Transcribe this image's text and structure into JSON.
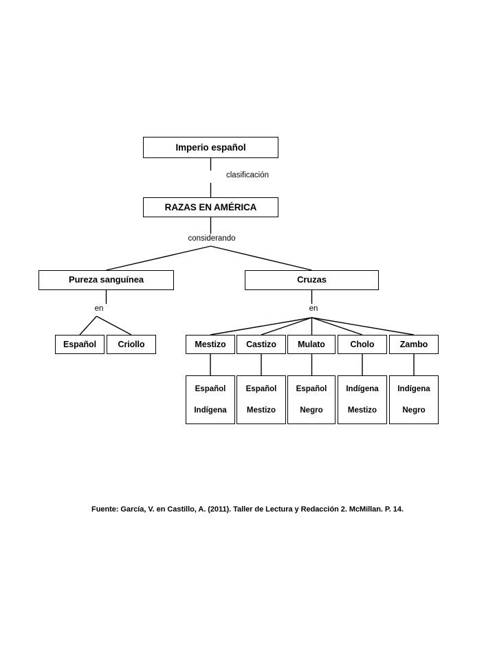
{
  "diagram": {
    "title": "Imperio español — Razas en América",
    "root": {
      "label": "Imperio español"
    },
    "edge_labels": {
      "clasificacion": "clasificación",
      "considerando": "considerando",
      "en_left": "en",
      "en_right": "en"
    },
    "razas": {
      "label": "RAZAS EN AMÉRICA"
    },
    "branches": [
      {
        "label": "Pureza sanguínea"
      },
      {
        "label": "Cruzas"
      }
    ],
    "purity_leaves": [
      {
        "label": "Español"
      },
      {
        "label": "Criollo"
      }
    ],
    "cross_categories": [
      {
        "label": "Mestizo",
        "parents": [
          "Español",
          "Indígena"
        ]
      },
      {
        "label": "Castizo",
        "parents": [
          "Español",
          "Mestizo"
        ]
      },
      {
        "label": "Mulato",
        "parents": [
          "Español",
          "Negro"
        ]
      },
      {
        "label": "Cholo",
        "parents": [
          "Indígena",
          "Mestizo"
        ]
      },
      {
        "label": "Zambo",
        "parents": [
          "Indígena",
          "Negro"
        ]
      }
    ],
    "source": "Fuente: García, V. en Castillo, A. (2011). Taller de Lectura y Redacción 2. McMillan. P. 14.",
    "colors": {
      "line": "#000000",
      "background": "#ffffff",
      "text": "#000000"
    }
  }
}
